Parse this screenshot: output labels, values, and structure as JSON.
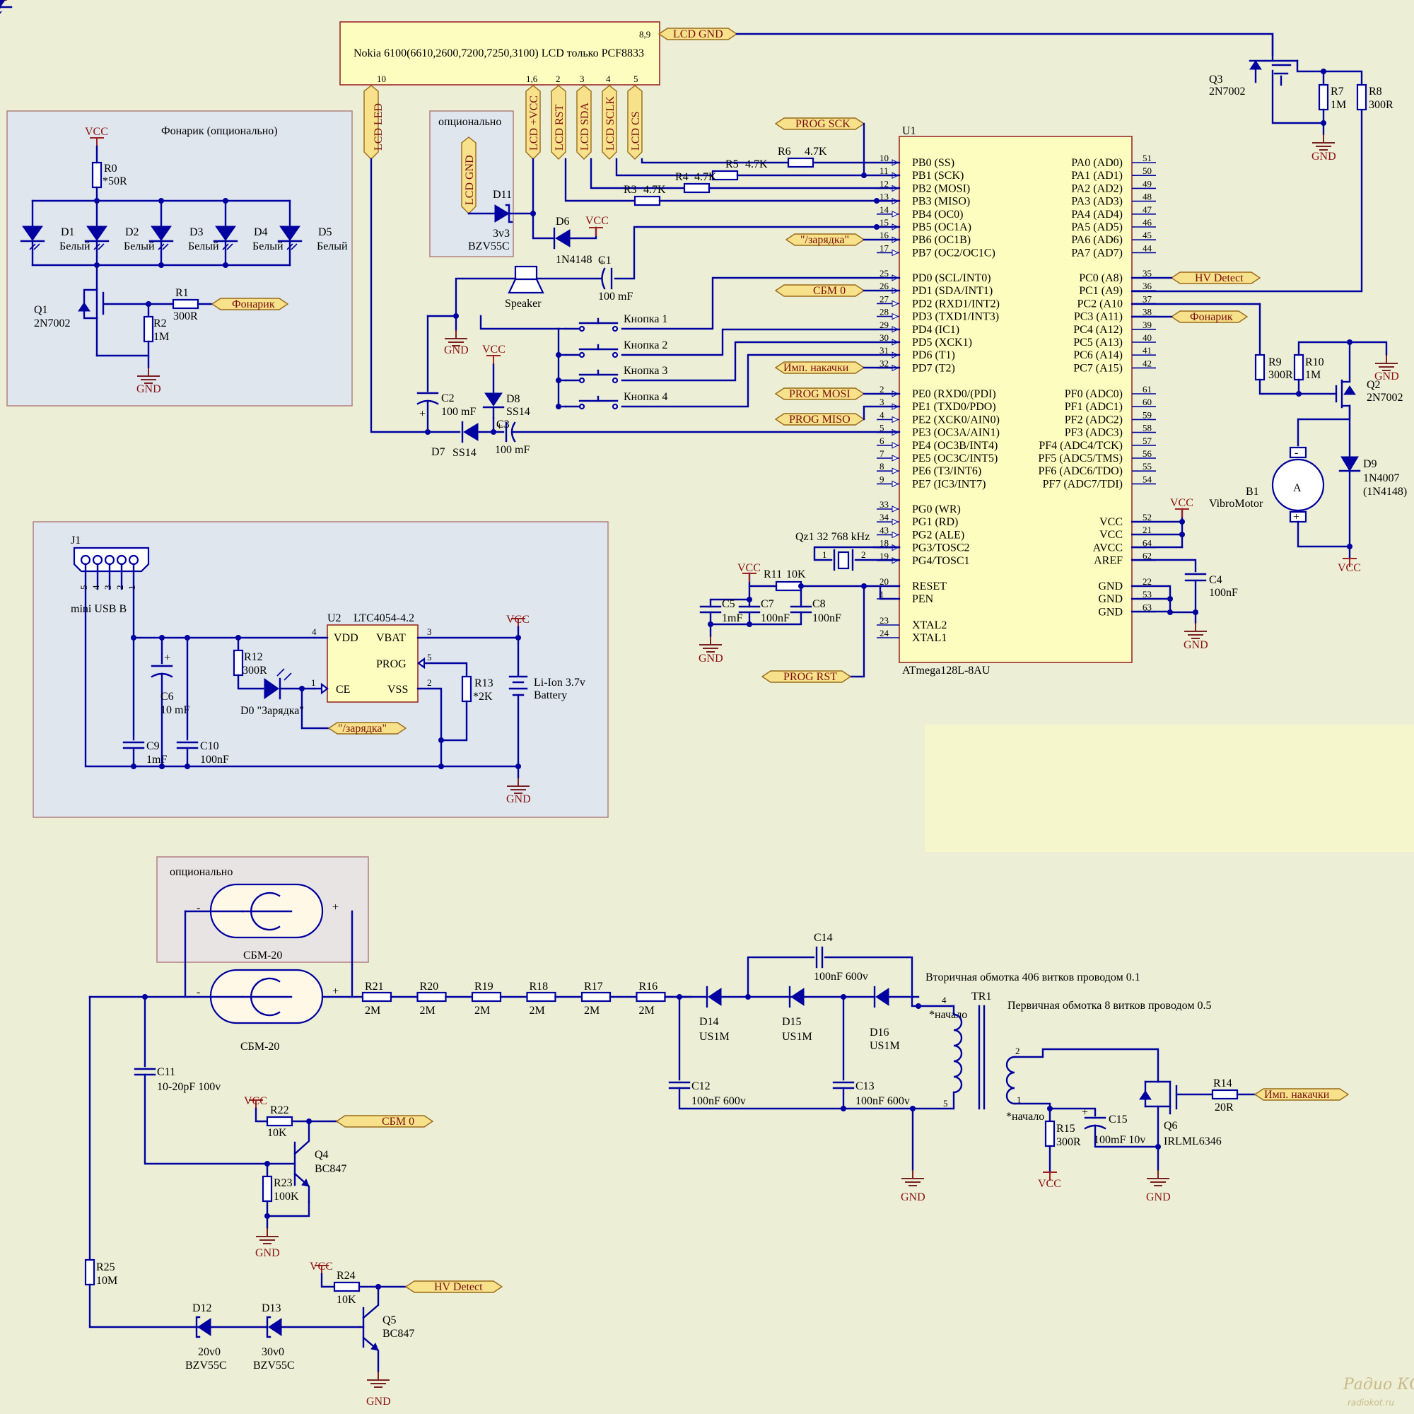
{
  "lcd": {
    "name": "Nokia 6100(6610,2600,7200,7250,3100) LCD только PCF8833",
    "pin_gnd": "8,9",
    "pin_led": "10",
    "pin_vcc": "1,6",
    "pin_rst": "2",
    "pin_sda": "3",
    "pin_sclk": "4",
    "pin_cs": "5"
  },
  "flags": {
    "lcd_gnd": "LCD GND",
    "lcd_led": "LCD LED",
    "lcd_vcc": "LCD +VCC",
    "lcd_rst": "LCD RST",
    "lcd_sda": "LCD SDA",
    "lcd_sclk": "LCD SCLK",
    "lcd_cs": "LCD CS",
    "prog_sck": "PROG SCK",
    "charging": "\"/зарядка\"",
    "sbm0": "СБМ 0",
    "imp": "Имп. накачки",
    "prog_mosi": "PROG MOSI",
    "prog_miso": "PROG MISO",
    "hv_detect": "HV Detect",
    "fonarik": "Фонарик",
    "prog_rst": "PROG RST"
  },
  "labels": {
    "optional": "опционально",
    "flashlight_title": "Фонарик (опционально)",
    "vcc": "VCC",
    "gnd": "GND",
    "white": "Белый",
    "speaker": "Speaker",
    "button1": "Кнопка 1",
    "button2": "Кнопка 2",
    "button3": "Кнопка 3",
    "button4": "Кнопка 4",
    "mcu_ref": "U1",
    "mcu_name": "ATmega128L-8AU",
    "crystal": "Qz1 32 768 kHz",
    "j1": "J1",
    "usb": "mini USB B",
    "u2_ref": "U2",
    "u2_name": "LTC4054-4.2",
    "u2_vdd": "VDD",
    "u2_vbat": "VBAT",
    "u2_prog": "PROG",
    "u2_ce": "CE",
    "u2_vss": "VSS",
    "battery1": "Li-Ion 3.7v",
    "battery2": "Battery",
    "d0_text": "D0 \"Зарядка\"",
    "sbm20": "СБМ-20",
    "secondary": "Вторичная обмотка 406 витков проводом 0.1",
    "primary": "Первичная обмотка 8 витков проводом 0.5",
    "start": "*начало",
    "tr1": "TR1",
    "motor_ref": "B1",
    "motor_name": "VibroMotor",
    "motor_a": "A",
    "watermark1": "Радио КОТ",
    "watermark2": "radiokot.ru"
  },
  "mcu_left_top": [
    {
      "pin": "10",
      "name": "PB0 (SS)"
    },
    {
      "pin": "11",
      "name": "PB1 (SCK)"
    },
    {
      "pin": "12",
      "name": "PB2 (MOSI)"
    },
    {
      "pin": "13",
      "name": "PB3 (MISO)"
    },
    {
      "pin": "14",
      "name": "PB4 (OC0)"
    },
    {
      "pin": "15",
      "name": "PB5 (OC1A)"
    },
    {
      "pin": "16",
      "name": "PB6 (OC1B)"
    },
    {
      "pin": "17",
      "name": "PB7 (OC2/OC1C)"
    }
  ],
  "mcu_left_pd": [
    {
      "pin": "25",
      "name": "PD0 (SCL/INT0)"
    },
    {
      "pin": "26",
      "name": "PD1 (SDA/INT1)"
    },
    {
      "pin": "27",
      "name": "PD2 (RXD1/INT2)"
    },
    {
      "pin": "28",
      "name": "PD3 (TXD1/INT3)"
    },
    {
      "pin": "29",
      "name": "PD4 (IC1)"
    },
    {
      "pin": "30",
      "name": "PD5 (XCK1)"
    },
    {
      "pin": "31",
      "name": "PD6 (T1)"
    },
    {
      "pin": "32",
      "name": "PD7 (T2)"
    }
  ],
  "mcu_left_pe": [
    {
      "pin": "2",
      "name": "PE0 (RXD0/(PDI)"
    },
    {
      "pin": "3",
      "name": "PE1 (TXD0/PDO)"
    },
    {
      "pin": "4",
      "name": "PE2 (XCK0/AIN0)"
    },
    {
      "pin": "5",
      "name": "PE3 (OC3A/AIN1)"
    },
    {
      "pin": "6",
      "name": "PE4 (OC3B/INT4)"
    },
    {
      "pin": "7",
      "name": "PE5 (OC3C/INT5)"
    },
    {
      "pin": "8",
      "name": "PE6 (T3/INT6)"
    },
    {
      "pin": "9",
      "name": "PE7 (IC3/INT7)"
    }
  ],
  "mcu_left_pg": [
    {
      "pin": "33",
      "name": "PG0 (WR)"
    },
    {
      "pin": "34",
      "name": "PG1 (RD)"
    },
    {
      "pin": "43",
      "name": "PG2 (ALE)"
    },
    {
      "pin": "18",
      "name": "PG3/TOSC2"
    },
    {
      "pin": "19",
      "name": "PG4/TOSC1"
    }
  ],
  "mcu_left_misc": [
    {
      "pin": "20",
      "name": "RESET"
    },
    {
      "pin": "1",
      "name": "PEN"
    },
    {
      "pin": "23",
      "name": "XTAL2"
    },
    {
      "pin": "24",
      "name": "XTAL1"
    }
  ],
  "mcu_right_pa": [
    {
      "pin": "51",
      "name": "PA0 (AD0)"
    },
    {
      "pin": "50",
      "name": "PA1 (AD1)"
    },
    {
      "pin": "49",
      "name": "PA2 (AD2)"
    },
    {
      "pin": "48",
      "name": "PA3 (AD3)"
    },
    {
      "pin": "47",
      "name": "PA4 (AD4)"
    },
    {
      "pin": "46",
      "name": "PA5 (AD5)"
    },
    {
      "pin": "45",
      "name": "PA6 (AD6)"
    },
    {
      "pin": "44",
      "name": "PA7 (AD7)"
    }
  ],
  "mcu_right_pc": [
    {
      "pin": "35",
      "name": "PC0 (A8)"
    },
    {
      "pin": "36",
      "name": "PC1 (A9)"
    },
    {
      "pin": "37",
      "name": "PC2 (A10"
    },
    {
      "pin": "38",
      "name": "PC3 (A11)"
    },
    {
      "pin": "39",
      "name": "PC4 (A12)"
    },
    {
      "pin": "40",
      "name": "PC5 (A13)"
    },
    {
      "pin": "41",
      "name": "PC6 (A14)"
    },
    {
      "pin": "42",
      "name": "PC7 (A15)"
    }
  ],
  "mcu_right_pf": [
    {
      "pin": "61",
      "name": "PF0 (ADC0)"
    },
    {
      "pin": "60",
      "name": "PF1 (ADC1)"
    },
    {
      "pin": "59",
      "name": "PF2 (ADC2)"
    },
    {
      "pin": "58",
      "name": "PF3 (ADC3)"
    },
    {
      "pin": "57",
      "name": "PF4 (ADC4/TCK)"
    },
    {
      "pin": "56",
      "name": "PF5 (ADC5/TMS)"
    },
    {
      "pin": "55",
      "name": "PF6 (ADC6/TDO)"
    },
    {
      "pin": "54",
      "name": "PF7 (ADC7/TDI)"
    }
  ],
  "mcu_right_pwr": [
    {
      "pin": "52",
      "name": "VCC"
    },
    {
      "pin": "21",
      "name": "VCC"
    },
    {
      "pin": "64",
      "name": "AVCC"
    },
    {
      "pin": "62",
      "name": "AREF"
    }
  ],
  "mcu_right_gnd": [
    {
      "pin": "22",
      "name": "GND"
    },
    {
      "pin": "53",
      "name": "GND"
    },
    {
      "pin": "63",
      "name": "GND"
    }
  ],
  "parts": {
    "r0": [
      "R0",
      "*50R"
    ],
    "r1": [
      "R1",
      "300R"
    ],
    "r2": [
      "R2",
      "1M"
    ],
    "q1": [
      "Q1",
      "2N7002"
    ],
    "d1": "D1",
    "d2": "D2",
    "d3": "D3",
    "d4": "D4",
    "d5": "D5",
    "d11": [
      "D11",
      "3v3",
      "BZV55C"
    ],
    "d6": [
      "D6",
      "1N4148"
    ],
    "c1": [
      "C1",
      "100 mF"
    ],
    "r3": [
      "R3",
      "4.7K"
    ],
    "r4": [
      "R4",
      "4.7K"
    ],
    "r5": [
      "R5",
      "4.7K"
    ],
    "r6": [
      "R6",
      "4.7K"
    ],
    "c2": [
      "C2",
      "100 mF"
    ],
    "c3": [
      "C3",
      "100 mF"
    ],
    "d7": [
      "D7",
      "SS14"
    ],
    "d8": [
      "D8",
      "SS14"
    ],
    "r11": [
      "R11",
      "10K"
    ],
    "c5": [
      "C5",
      "1mF"
    ],
    "c7": [
      "C7",
      "100nF"
    ],
    "c8": [
      "C8",
      "100nF"
    ],
    "q3": [
      "Q3",
      "2N7002"
    ],
    "r7": [
      "R7",
      "1M"
    ],
    "r8": [
      "R8",
      "300R"
    ],
    "r9": [
      "R9",
      "300R"
    ],
    "r10": [
      "R10",
      "1M"
    ],
    "q2": [
      "Q2",
      "2N7002"
    ],
    "d9": [
      "D9",
      "1N4007",
      "(1N4148)"
    ],
    "c4": [
      "C4",
      "100nF"
    ],
    "r12": [
      "R12",
      "300R"
    ],
    "r13": [
      "R13",
      "*2K"
    ],
    "c6": [
      "C6",
      "10 mF"
    ],
    "c9": [
      "C9",
      "1mF"
    ],
    "c10": [
      "C10",
      "100nF"
    ],
    "r21": [
      "R21",
      "2M"
    ],
    "r20": [
      "R20",
      "2M"
    ],
    "r19": [
      "R19",
      "2M"
    ],
    "r18": [
      "R18",
      "2M"
    ],
    "r17": [
      "R17",
      "2M"
    ],
    "r16": [
      "R16",
      "2M"
    ],
    "d14": [
      "D14",
      "US1M"
    ],
    "d15": [
      "D15",
      "US1M"
    ],
    "d16": [
      "D16",
      "US1M"
    ],
    "c14": [
      "C14",
      "100nF 600v"
    ],
    "c12": [
      "C12",
      "100nF 600v"
    ],
    "c13": [
      "C13",
      "100nF 600v"
    ],
    "c11": [
      "C11",
      "10-20pF 100v"
    ],
    "r22": [
      "R22",
      "10K"
    ],
    "r23": [
      "R23",
      "100K"
    ],
    "q4": [
      "Q4",
      "BC847"
    ],
    "r25": [
      "R25",
      "10M"
    ],
    "d12": [
      "D12",
      "20v0",
      "BZV55C"
    ],
    "d13": [
      "D13",
      "30v0",
      "BZV55C"
    ],
    "r24": [
      "R24",
      "10K"
    ],
    "q5": [
      "Q5",
      "BC847"
    ],
    "r14": [
      "R14",
      "20R"
    ],
    "r15": [
      "R15",
      "300R"
    ],
    "c15": [
      "C15",
      "100mF 10v"
    ],
    "q6": [
      "Q6",
      "IRLML6346"
    ]
  }
}
